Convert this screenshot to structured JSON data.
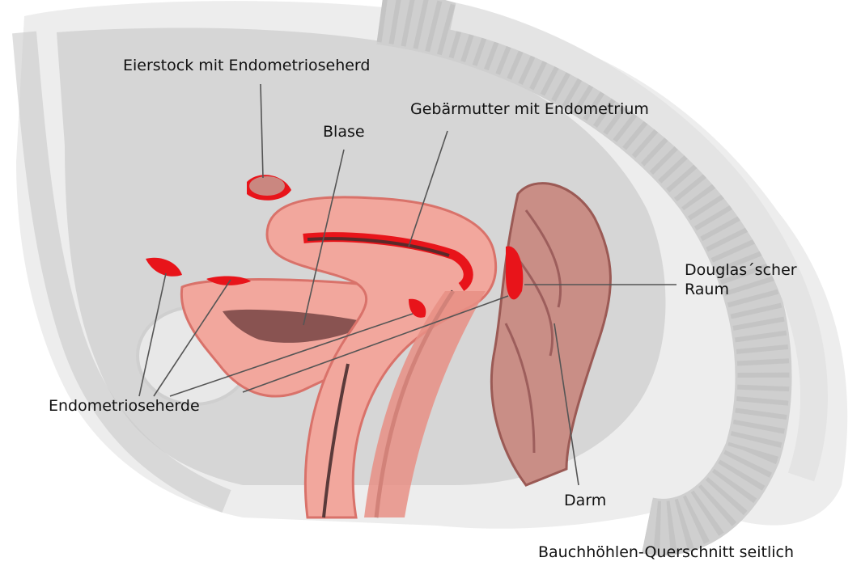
{
  "labels": {
    "ovary": "Eierstock mit Endometrioseherd",
    "uterus": "Gebärmutter mit Endometrium",
    "bladder": "Blase",
    "douglas": "Douglas´scher Raum",
    "endometriosis": "Endometrioseherde",
    "intestine": "Darm"
  },
  "caption": "Bauchhöhlen-Querschnitt seitlich",
  "colors": {
    "tissue": "#f2a79d",
    "tissue_dark": "#d9726a",
    "lesion": "#e8141a",
    "background_body": "#e3e3e3",
    "spine": "#d9d9d9",
    "leader_line": "#555555"
  }
}
